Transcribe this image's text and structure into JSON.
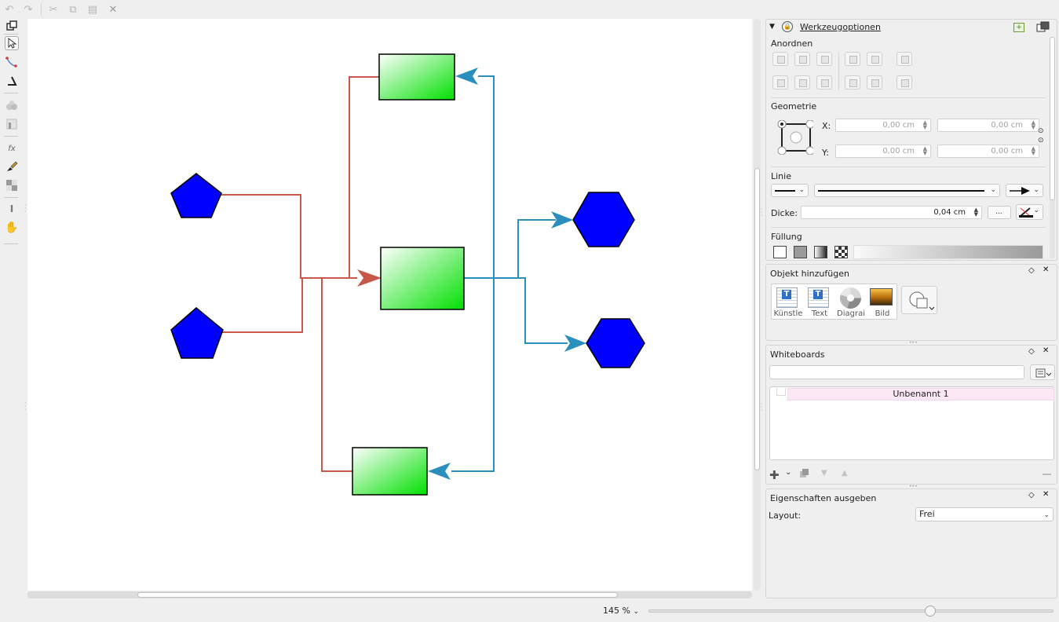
{
  "toolbar": {
    "icons": [
      "undo-icon",
      "redo-icon",
      "cut-icon",
      "copy-icon",
      "paste-icon",
      "delete-icon"
    ]
  },
  "tools": [
    "shape-select-icon",
    "select-icon",
    "connector-icon",
    "path-icon",
    "pattern-icon",
    "gradient-icon",
    "formula-icon",
    "brush-icon",
    "checker-icon",
    "text-icon",
    "pan-icon"
  ],
  "diagram": {
    "colors": {
      "red_connector": "#c8584a",
      "blue_connector": "#2b8fbd",
      "shape_fill": "#0000ff",
      "rect_gradient_start": "#ffffff",
      "rect_gradient_end": "#00e000"
    }
  },
  "tool_options": {
    "title": "Werkzeugoptionen",
    "anordnen": "Anordnen",
    "geometrie": "Geometrie",
    "x_label": "X:",
    "y_label": "Y:",
    "x_value": "0,00 cm",
    "w_value": "0,00 cm",
    "y_value": "0,00 cm",
    "h_value": "0,00 cm",
    "linie": "Linie",
    "dicke_label": "Dicke:",
    "dicke_value": "0,04 cm",
    "dicke_dots": "...",
    "fuellung": "Füllung"
  },
  "add_object": {
    "title": "Objekt hinzufügen",
    "items": [
      {
        "label": "Künstle",
        "icon": "artistic-text-icon"
      },
      {
        "label": "Text",
        "icon": "text-shape-icon"
      },
      {
        "label": "Diagrai",
        "icon": "chart-icon"
      },
      {
        "label": "Bild",
        "icon": "image-icon"
      }
    ]
  },
  "whiteboards": {
    "title": "Whiteboards",
    "search_value": "",
    "items": [
      "Unbenannt 1"
    ]
  },
  "export_properties": {
    "title": "Eigenschaften ausgeben",
    "layout_label": "Layout:",
    "layout_value": "Frei"
  },
  "status": {
    "zoom": "145 %"
  }
}
